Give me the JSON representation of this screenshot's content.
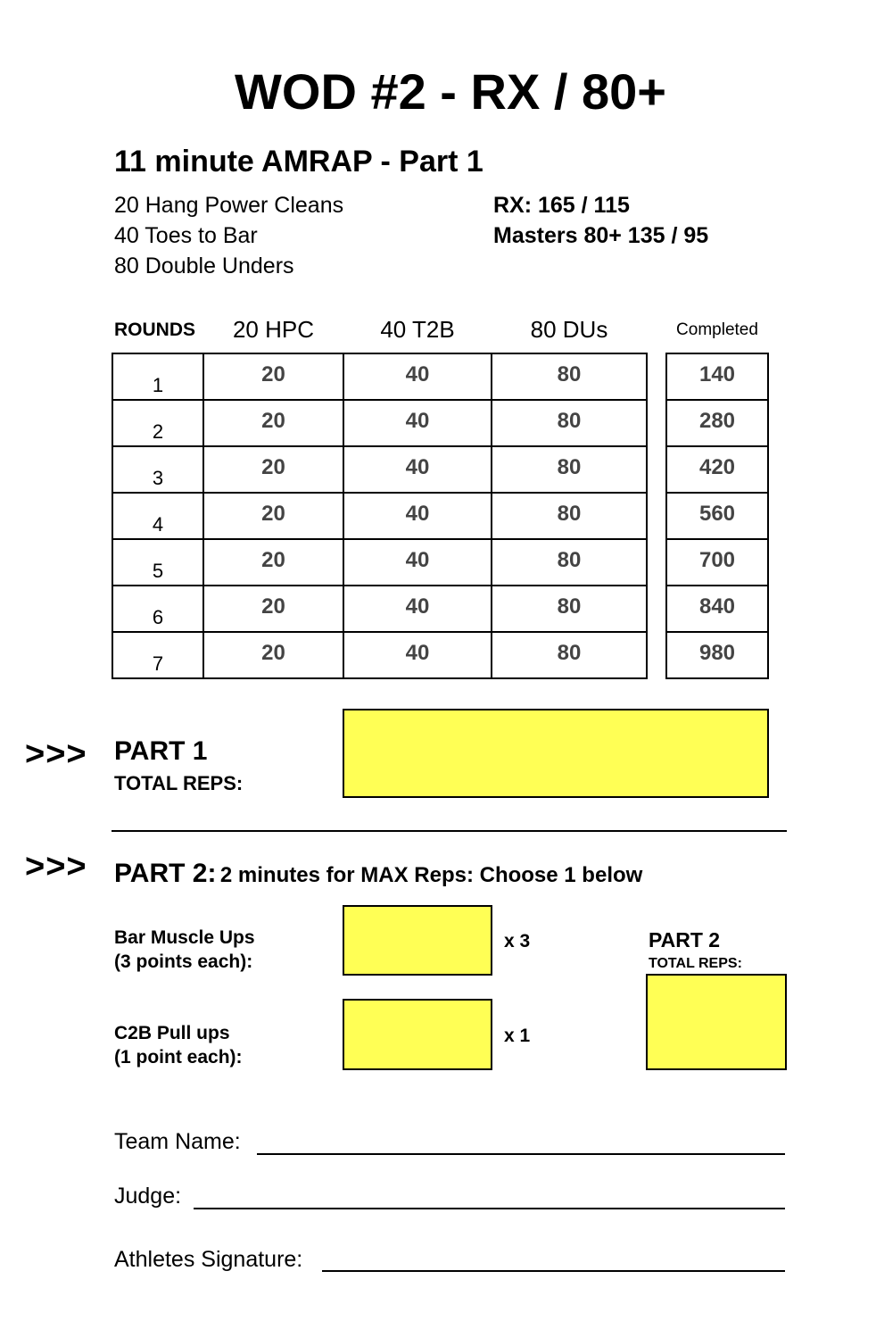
{
  "title": "WOD #2 - RX / 80+",
  "subtitle": "11 minute AMRAP - Part 1",
  "movements": [
    "20 Hang Power Cleans",
    "40 Toes to Bar",
    "80 Double Unders"
  ],
  "standards": [
    "RX: 165 / 115",
    "Masters 80+ 135 / 95"
  ],
  "table": {
    "rounds_header": "ROUNDS",
    "columns": [
      "20 HPC",
      "40 T2B",
      "80 DUs"
    ],
    "completed_header": "Completed",
    "rows": [
      {
        "round": "1",
        "values": [
          "20",
          "40",
          "80"
        ],
        "completed": "140"
      },
      {
        "round": "2",
        "values": [
          "20",
          "40",
          "80"
        ],
        "completed": "280"
      },
      {
        "round": "3",
        "values": [
          "20",
          "40",
          "80"
        ],
        "completed": "420"
      },
      {
        "round": "4",
        "values": [
          "20",
          "40",
          "80"
        ],
        "completed": "560"
      },
      {
        "round": "5",
        "values": [
          "20",
          "40",
          "80"
        ],
        "completed": "700"
      },
      {
        "round": "6",
        "values": [
          "20",
          "40",
          "80"
        ],
        "completed": "840"
      },
      {
        "round": "7",
        "values": [
          "20",
          "40",
          "80"
        ],
        "completed": "980"
      }
    ]
  },
  "part1": {
    "arrows": ">>>",
    "label": "PART 1",
    "sublabel": "TOTAL REPS:"
  },
  "part2": {
    "arrows": ">>>",
    "label": "PART 2:",
    "description": "2 minutes for MAX Reps: Choose 1 below",
    "options": [
      {
        "line1": "Bar Muscle Ups",
        "line2": "(3 points each):",
        "multiplier": "x 3"
      },
      {
        "line1": "C2B Pull ups",
        "line2": "(1 point each):",
        "multiplier": "x 1"
      }
    ],
    "total_label": "PART 2",
    "total_sublabel": "TOTAL REPS:"
  },
  "signatures": {
    "team_name": "Team Name:",
    "judge": "Judge:",
    "athlete": "Athletes Signature:"
  },
  "colors": {
    "score_box": "#ffff55",
    "cell_text": "#444444"
  }
}
